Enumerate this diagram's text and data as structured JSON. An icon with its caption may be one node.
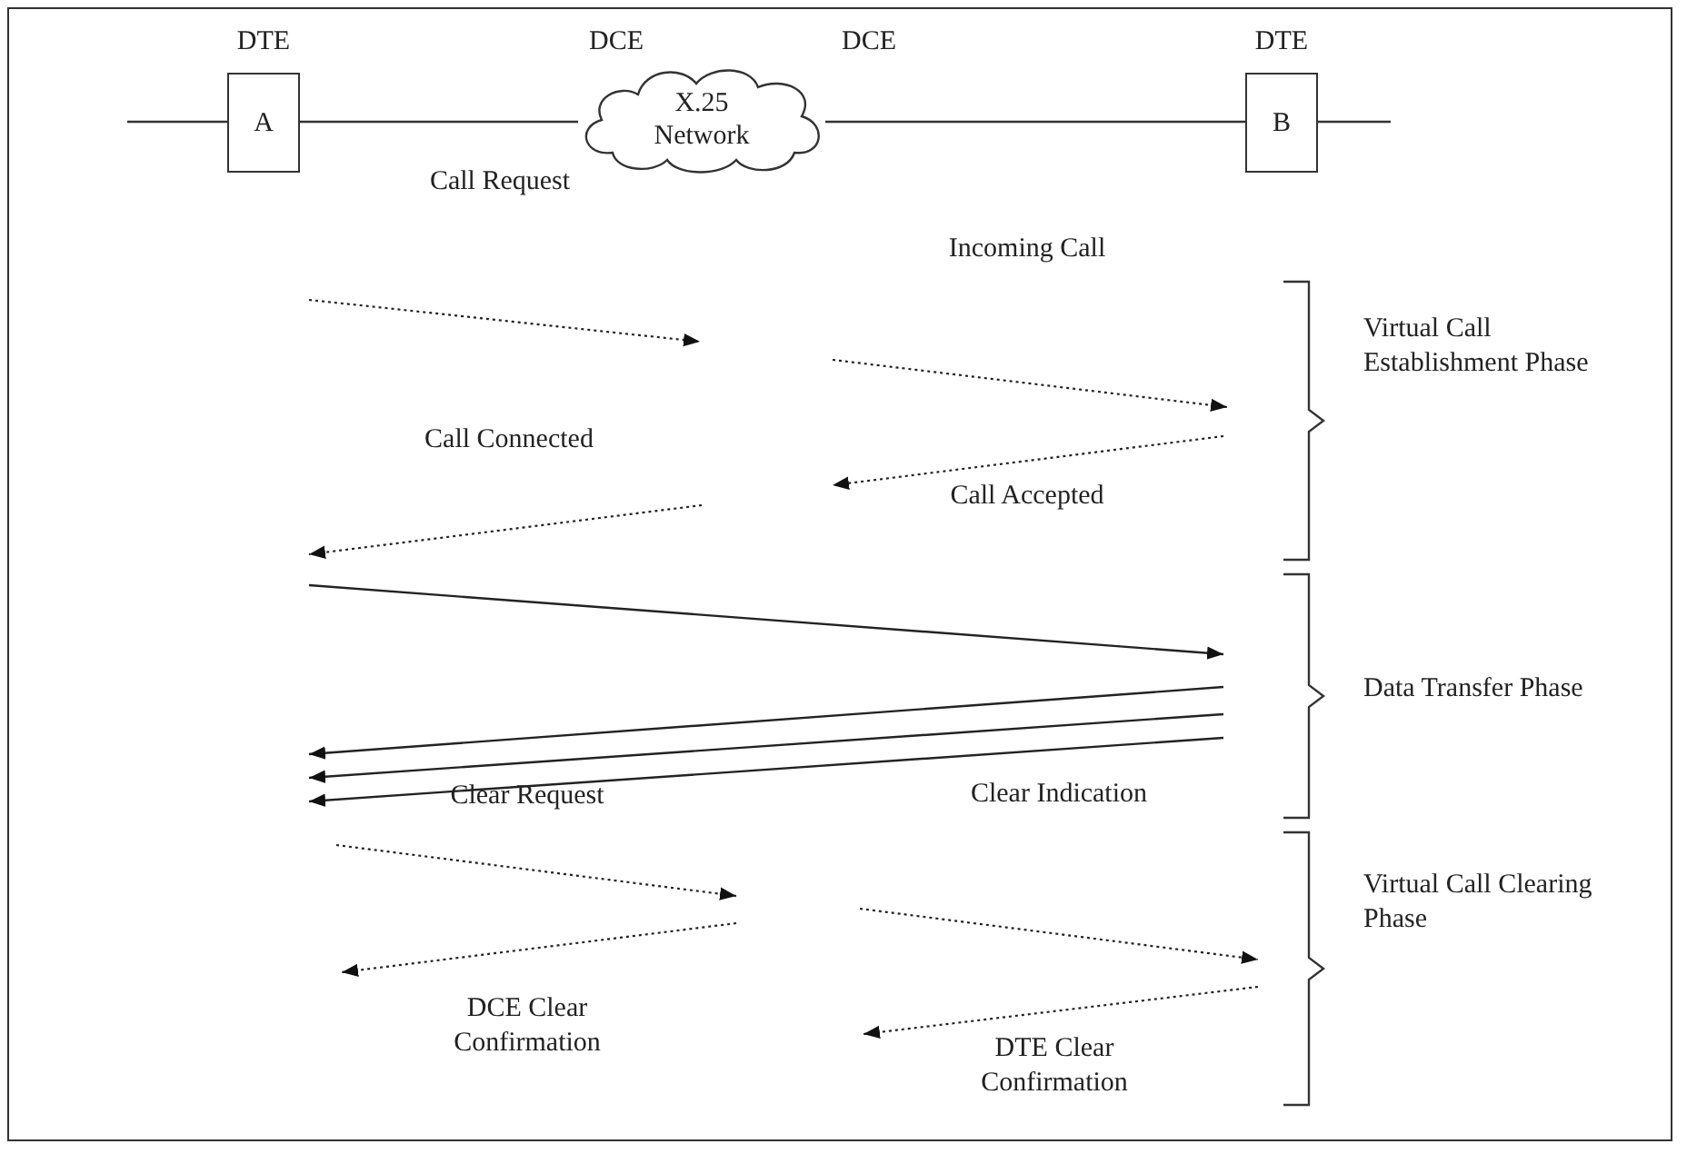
{
  "diagram": {
    "nodes": [
      {
        "text": [
          "A"
        ],
        "beside": [
          "DTE"
        ]
      },
      {
        "text": [
          "X.25 Network"
        ],
        "beside": [
          "DCE",
          "DCE"
        ]
      },
      {
        "text": [
          "B"
        ],
        "beside": [
          "DTE"
        ]
      }
    ],
    "edges": [
      {
        "from": null,
        "to": 0,
        "arrow": "none"
      },
      {
        "from": 0,
        "to": 1,
        "arrow": "none"
      },
      {
        "from": 1,
        "to": 2,
        "arrow": "none"
      },
      {
        "from": 2,
        "to": null,
        "arrow": "none"
      }
    ],
    "labels": [
      "Call Request",
      "Incoming Call",
      "Virtual Call Establishment Phase",
      "Call Connected",
      "Call Accepted",
      "Data Transfer Phase",
      "Clear Request",
      "Clear Indication",
      "Virtual Call Clearing Phase",
      "DCE Clear Confirmation",
      "DTE Clear Confirmation"
    ]
  }
}
